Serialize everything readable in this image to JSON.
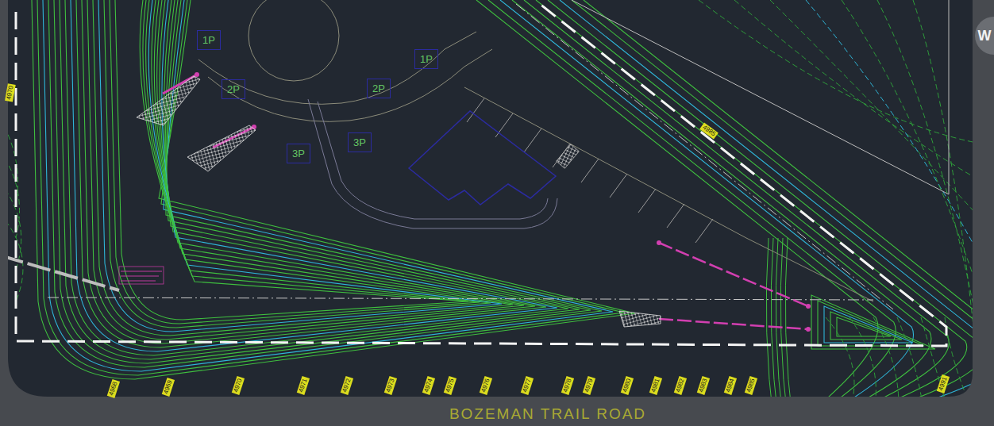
{
  "diagram": {
    "nodes": [
      {
        "text": [
          "1P"
        ]
      },
      {
        "text": [
          "2P"
        ]
      },
      {
        "text": [
          "1P"
        ]
      },
      {
        "text": [
          "2P"
        ]
      },
      {
        "text": [
          "3P"
        ]
      },
      {
        "text": [
          "3P"
        ]
      }
    ],
    "labels": [
      "4968",
      "4969",
      "4970",
      "4971",
      "4972",
      "4973",
      "4974",
      "4975",
      "4976",
      "4977",
      "4978",
      "4979",
      "4980",
      "4981",
      "4982",
      "4983",
      "4984",
      "4985",
      "4991",
      "4970",
      "4985",
      "BOZEMAN TRAIL ROAD",
      "W"
    ]
  }
}
